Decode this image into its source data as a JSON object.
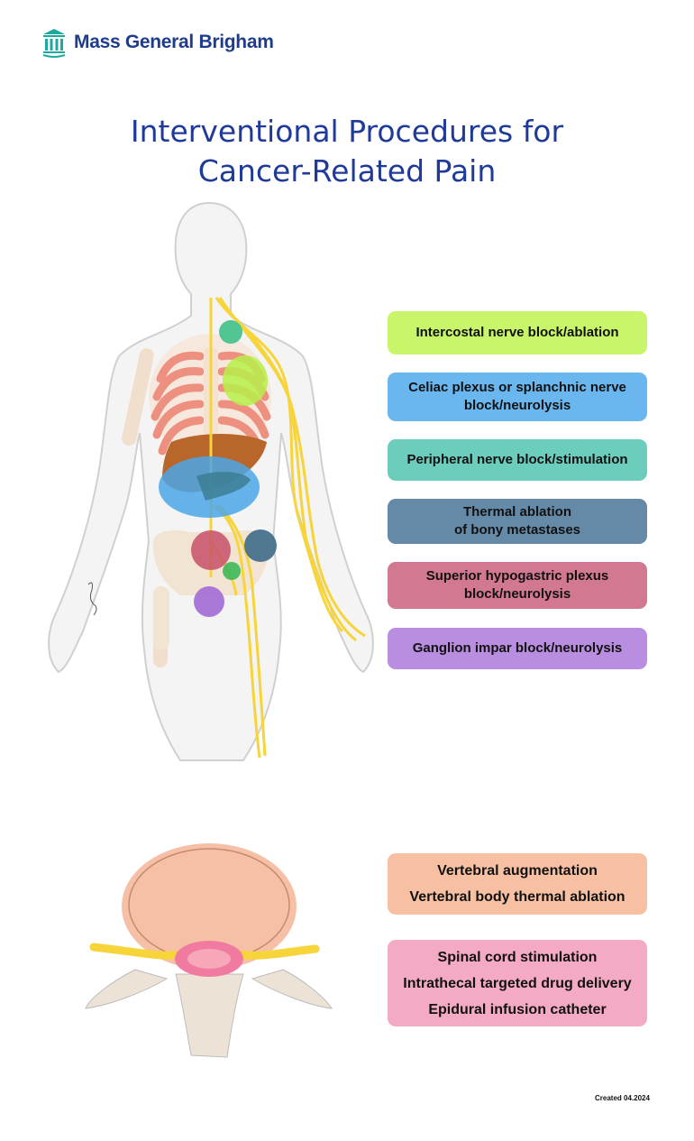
{
  "brand": {
    "name": "Mass General Brigham",
    "color": "#1e3c8c",
    "logo_icon": "columns-building-icon",
    "logo_color": "#1fa8a0"
  },
  "title": {
    "line1": "Interventional Procedures for",
    "line2": "Cancer-Related Pain"
  },
  "procedures": [
    {
      "lines": [
        "Intercostal nerve block/ablation"
      ],
      "color": "#c8f56a"
    },
    {
      "lines": [
        "Celiac plexus or splanchnic nerve",
        "block/neurolysis"
      ],
      "color": "#6ab6ee"
    },
    {
      "lines": [
        "Peripheral nerve block/stimulation"
      ],
      "color": "#6ccdbc"
    },
    {
      "lines": [
        "Thermal ablation",
        "of bony metastases"
      ],
      "color": "#658aa8"
    },
    {
      "lines": [
        "Superior hypogastric plexus",
        "block/neurolysis"
      ],
      "color": "#d27890"
    },
    {
      "lines": [
        "Ganglion impar block/neurolysis"
      ],
      "color": "#b98ee0"
    }
  ],
  "spine_procedures": [
    {
      "lines": [
        "Vertebral augmentation",
        "Vertebral body thermal ablation"
      ],
      "color": "#f8c0a2"
    },
    {
      "lines": [
        "Spinal cord stimulation",
        "Intrathecal targeted drug delivery",
        "Epidural infusion catheter"
      ],
      "color": "#f4aac4"
    }
  ],
  "footer": {
    "created": "Created 04.2024"
  }
}
